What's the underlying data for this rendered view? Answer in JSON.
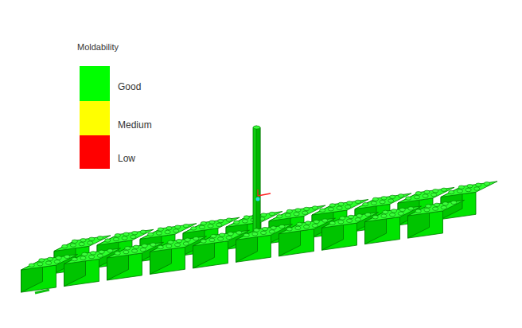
{
  "diagram": {
    "labels": [
      "Moldability"
    ],
    "legend": [
      {
        "text": "Good",
        "color": "#00ff00"
      },
      {
        "text": "Medium",
        "color": "#ffff00"
      },
      {
        "text": "Low",
        "color": "#ff0000"
      }
    ]
  }
}
